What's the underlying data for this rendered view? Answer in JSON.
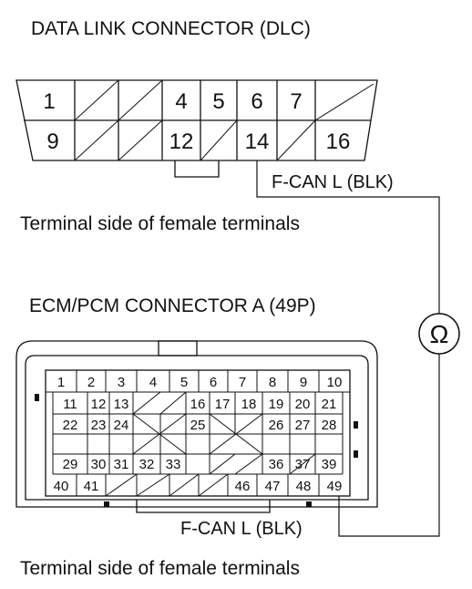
{
  "dlc": {
    "title": "DATA LINK CONNECTOR (DLC)",
    "caption": "Terminal side of female terminals",
    "top_row": [
      "1",
      "",
      "",
      "4",
      "5",
      "6",
      "7",
      ""
    ],
    "bottom_row": [
      "9",
      "",
      "",
      "12",
      "",
      "14",
      "",
      "16"
    ]
  },
  "ecm": {
    "title": "ECM/PCM CONNECTOR A (49P)",
    "caption": "Terminal side of female terminals",
    "row1": [
      "1",
      "2",
      "3",
      "4",
      "5",
      "6",
      "7",
      "8",
      "9",
      "10"
    ],
    "row2": [
      "11",
      "12",
      "13",
      "",
      "",
      "16",
      "17",
      "18",
      "19",
      "20",
      "21"
    ],
    "row3": [
      "22",
      "23",
      "24",
      "",
      "",
      "25",
      "",
      "",
      "26",
      "27",
      "28"
    ],
    "row4": [
      "29",
      "30",
      "31",
      "32",
      "33",
      "",
      "",
      "36",
      "37",
      "",
      "39"
    ],
    "row5": [
      "40",
      "41",
      "",
      "",
      "",
      "",
      "46",
      "47",
      "48",
      "49"
    ]
  },
  "meter": {
    "symbol": "Ω"
  },
  "wires": {
    "dlc_label": "F-CAN L (BLK)",
    "ecm_label": "F-CAN L (BLK)"
  }
}
